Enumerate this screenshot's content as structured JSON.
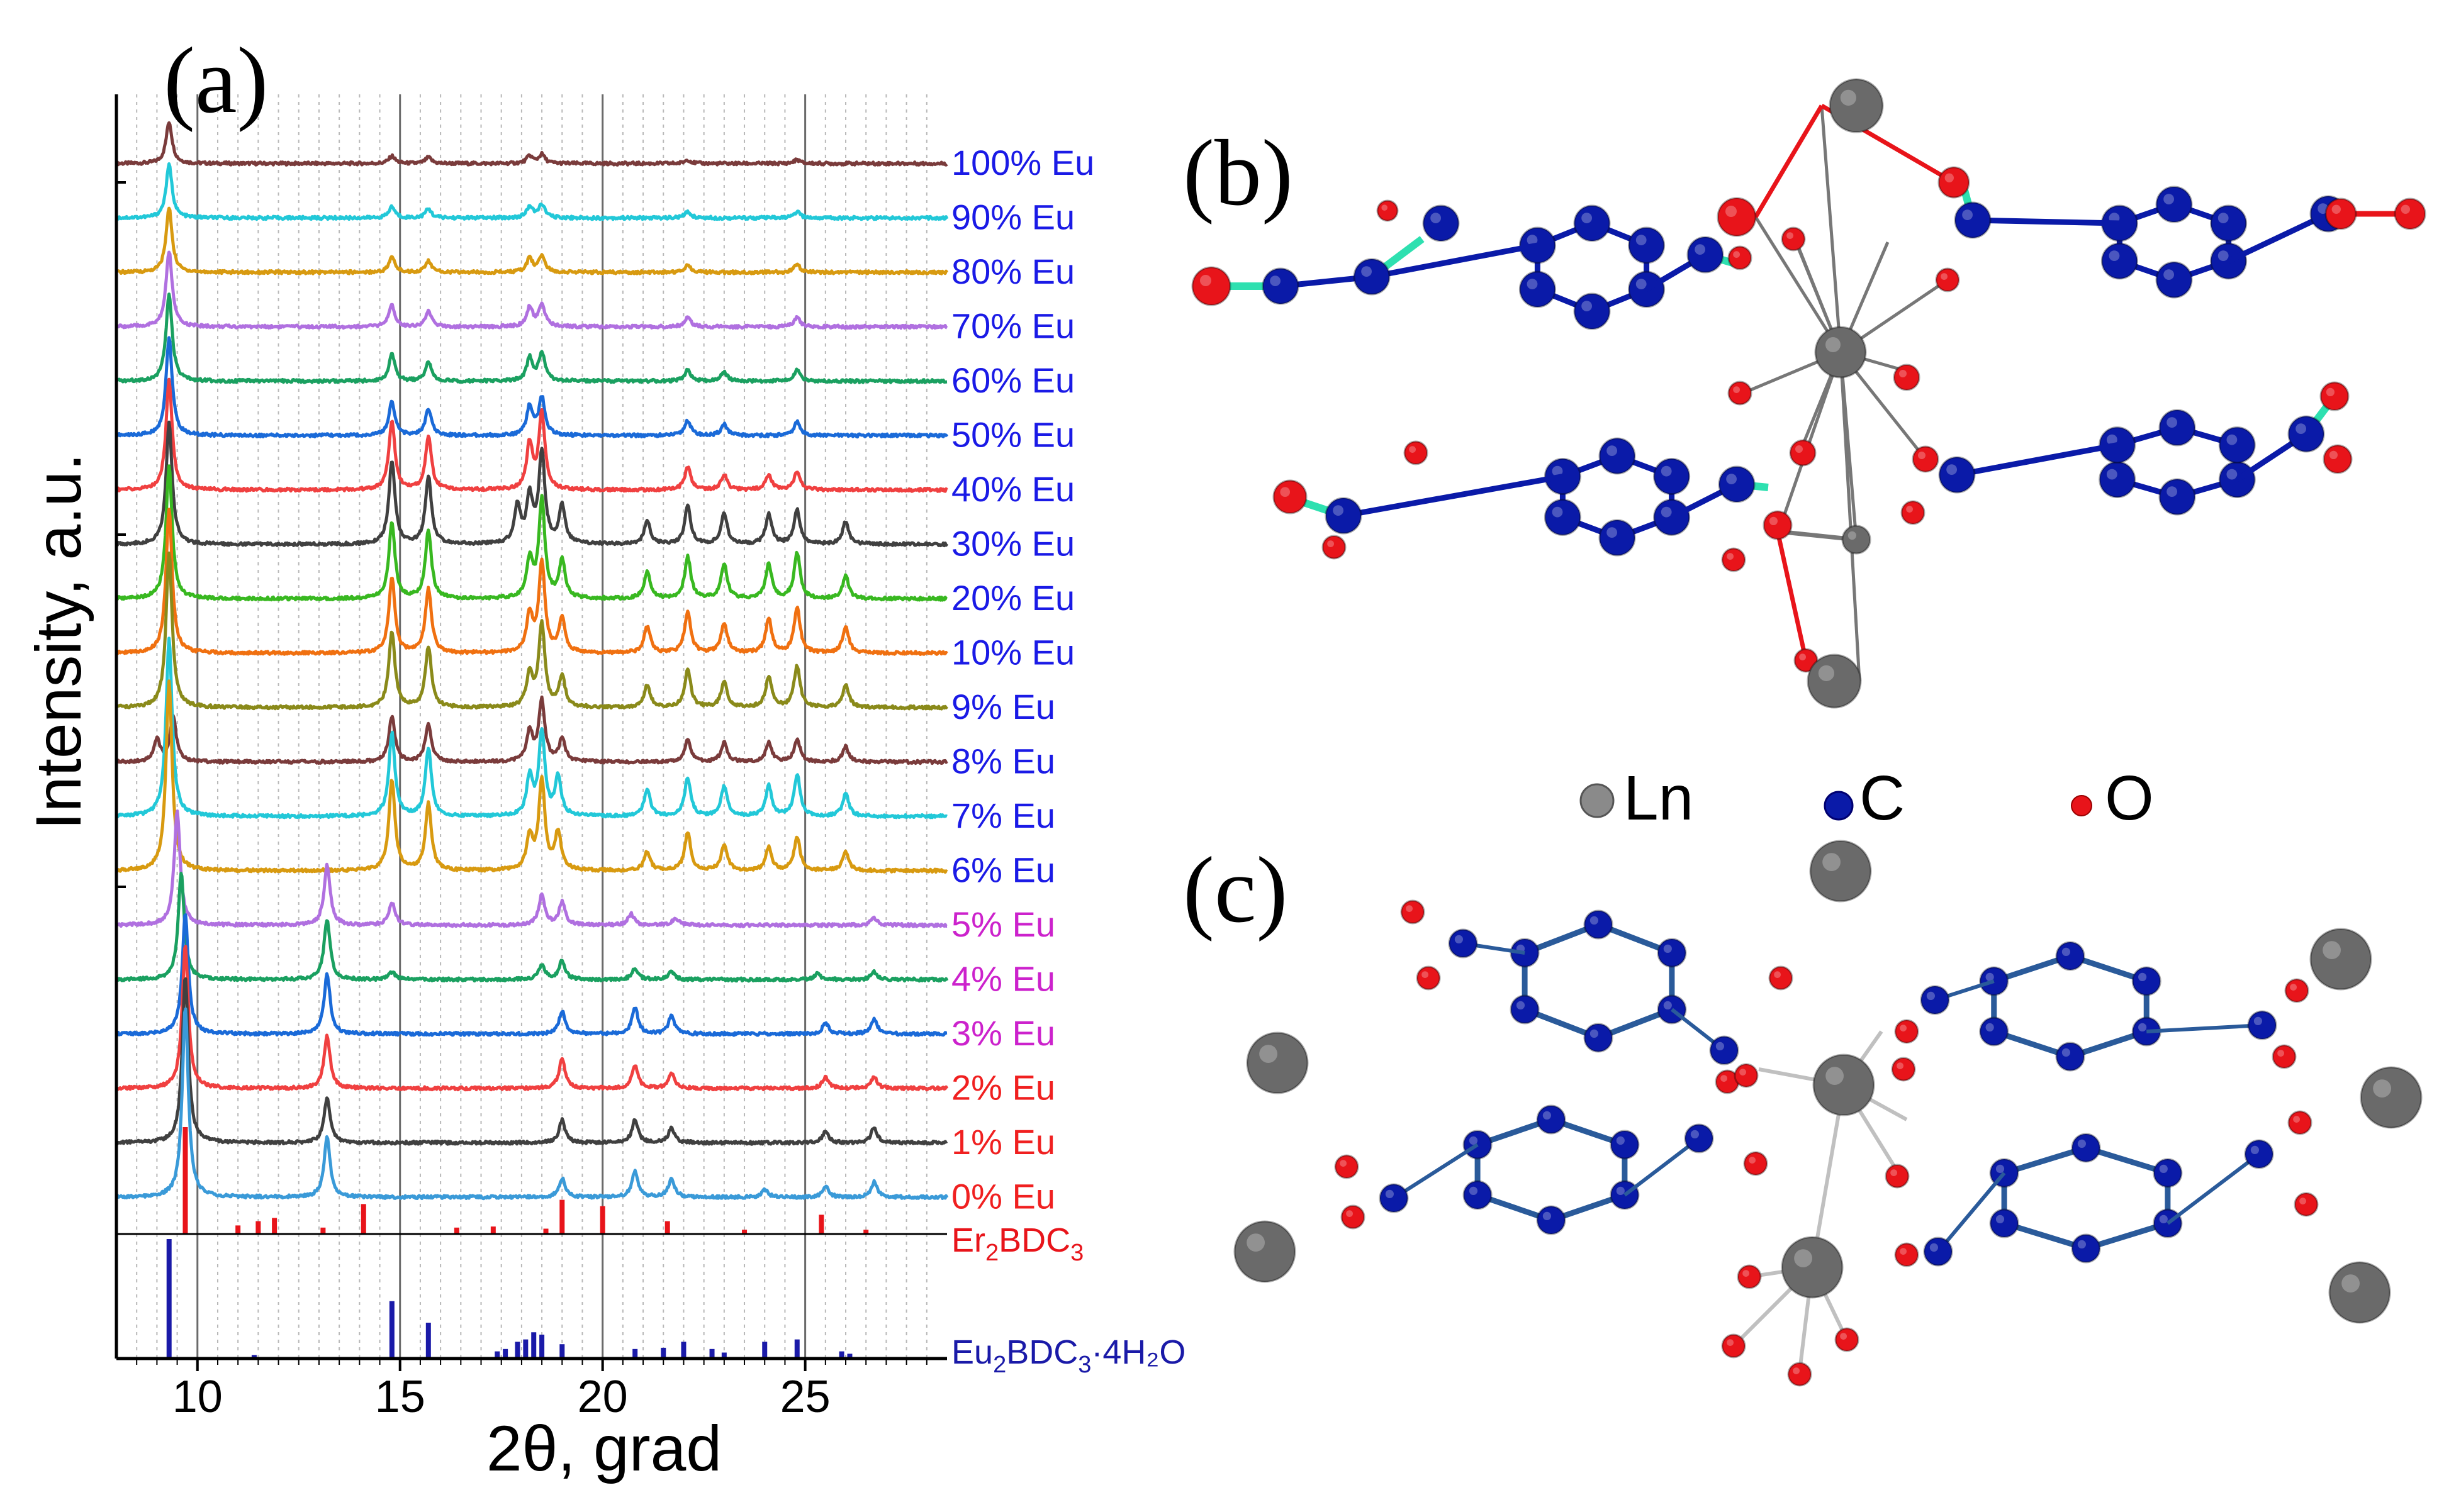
{
  "figure": {
    "panel_labels": {
      "a": "(a)",
      "b": "(b)",
      "c": "(c)"
    },
    "legend": [
      {
        "label": "Ln",
        "color": "#808080"
      },
      {
        "label": "C",
        "color": "#0a1aa8"
      },
      {
        "label": "O",
        "color": "#e8141a"
      }
    ]
  },
  "chart_data": {
    "type": "line",
    "xlabel": "2θ, grad",
    "ylabel": "Intensity, a.u.",
    "xlim": [
      8,
      28.5
    ],
    "xticks": [
      10,
      15,
      20,
      25
    ],
    "grid": true,
    "layout_note": "vertically stacked (offset) powder XRD patterns; ordered top to bottom; peak heights are relative intensities",
    "series": [
      {
        "name": "100% Eu",
        "color": "#7a3b3b",
        "label_color": "#1a1ae6",
        "peaks": [
          [
            9.3,
            0.55
          ],
          [
            14.8,
            0.1
          ],
          [
            15.7,
            0.08
          ],
          [
            18.2,
            0.1
          ],
          [
            18.5,
            0.12
          ],
          [
            22.1,
            0.05
          ],
          [
            24.8,
            0.05
          ]
        ]
      },
      {
        "name": "90% Eu",
        "color": "#22c8d8",
        "label_color": "#1a1ae6",
        "peaks": [
          [
            9.3,
            0.7
          ],
          [
            14.8,
            0.15
          ],
          [
            15.7,
            0.12
          ],
          [
            18.2,
            0.15
          ],
          [
            18.5,
            0.18
          ],
          [
            22.1,
            0.08
          ],
          [
            24.8,
            0.08
          ]
        ]
      },
      {
        "name": "80% Eu",
        "color": "#d89a10",
        "label_color": "#1a1ae6",
        "peaks": [
          [
            9.3,
            0.85
          ],
          [
            14.8,
            0.2
          ],
          [
            15.7,
            0.15
          ],
          [
            18.2,
            0.18
          ],
          [
            18.5,
            0.22
          ],
          [
            22.1,
            0.1
          ],
          [
            24.8,
            0.1
          ]
        ]
      },
      {
        "name": "70% Eu",
        "color": "#b070e0",
        "label_color": "#1a1ae6",
        "peaks": [
          [
            9.3,
            1.0
          ],
          [
            14.8,
            0.28
          ],
          [
            15.7,
            0.2
          ],
          [
            18.2,
            0.25
          ],
          [
            18.5,
            0.3
          ],
          [
            22.1,
            0.12
          ],
          [
            24.8,
            0.12
          ]
        ]
      },
      {
        "name": "60% Eu",
        "color": "#1aa060",
        "label_color": "#1a1ae6",
        "peaks": [
          [
            9.3,
            1.15
          ],
          [
            14.8,
            0.35
          ],
          [
            15.7,
            0.25
          ],
          [
            18.2,
            0.3
          ],
          [
            18.5,
            0.38
          ],
          [
            22.1,
            0.15
          ],
          [
            23.0,
            0.12
          ],
          [
            24.8,
            0.15
          ]
        ]
      },
      {
        "name": "50% Eu",
        "color": "#1a6ad8",
        "label_color": "#1a1ae6",
        "peaks": [
          [
            9.3,
            1.3
          ],
          [
            14.8,
            0.45
          ],
          [
            15.7,
            0.35
          ],
          [
            18.2,
            0.38
          ],
          [
            18.5,
            0.5
          ],
          [
            22.1,
            0.2
          ],
          [
            23.0,
            0.15
          ],
          [
            24.8,
            0.18
          ]
        ]
      },
      {
        "name": "40% Eu",
        "color": "#f04040",
        "label_color": "#1a1ae6",
        "peaks": [
          [
            9.3,
            1.45
          ],
          [
            14.8,
            0.9
          ],
          [
            15.7,
            0.7
          ],
          [
            18.2,
            0.6
          ],
          [
            18.5,
            1.0
          ],
          [
            22.1,
            0.3
          ],
          [
            23.0,
            0.2
          ],
          [
            24.1,
            0.2
          ],
          [
            24.8,
            0.25
          ]
        ]
      },
      {
        "name": "30% Eu",
        "color": "#404040",
        "label_color": "#1a1ae6",
        "peaks": [
          [
            9.3,
            1.6
          ],
          [
            14.8,
            1.1
          ],
          [
            15.7,
            0.9
          ],
          [
            17.9,
            0.5
          ],
          [
            18.2,
            0.6
          ],
          [
            18.5,
            1.2
          ],
          [
            19.0,
            0.5
          ],
          [
            21.1,
            0.3
          ],
          [
            22.1,
            0.5
          ],
          [
            23.0,
            0.4
          ],
          [
            24.1,
            0.4
          ],
          [
            24.8,
            0.45
          ],
          [
            26.0,
            0.3
          ]
        ]
      },
      {
        "name": "20% Eu",
        "color": "#38b820",
        "label_color": "#1a1ae6",
        "peaks": [
          [
            9.3,
            1.75
          ],
          [
            14.8,
            1.0
          ],
          [
            15.7,
            0.9
          ],
          [
            18.2,
            0.5
          ],
          [
            18.5,
            1.3
          ],
          [
            19.0,
            0.5
          ],
          [
            21.1,
            0.35
          ],
          [
            22.1,
            0.55
          ],
          [
            23.0,
            0.45
          ],
          [
            24.1,
            0.45
          ],
          [
            24.8,
            0.6
          ],
          [
            26.0,
            0.3
          ]
        ]
      },
      {
        "name": "10% Eu",
        "color": "#f07010",
        "label_color": "#1a1ae6",
        "peaks": [
          [
            9.3,
            1.9
          ],
          [
            14.8,
            1.0
          ],
          [
            15.7,
            0.85
          ],
          [
            18.2,
            0.5
          ],
          [
            18.5,
            1.2
          ],
          [
            19.0,
            0.45
          ],
          [
            21.1,
            0.35
          ],
          [
            22.1,
            0.55
          ],
          [
            23.0,
            0.4
          ],
          [
            24.1,
            0.45
          ],
          [
            24.8,
            0.6
          ],
          [
            26.0,
            0.35
          ]
        ]
      },
      {
        "name": "9% Eu",
        "color": "#8a8a1a",
        "label_color": "#1a1ae6",
        "peaks": [
          [
            9.3,
            2.05
          ],
          [
            14.8,
            1.0
          ],
          [
            15.7,
            0.8
          ],
          [
            18.2,
            0.45
          ],
          [
            18.5,
            1.1
          ],
          [
            19.0,
            0.4
          ],
          [
            21.1,
            0.3
          ],
          [
            22.1,
            0.5
          ],
          [
            23.0,
            0.35
          ],
          [
            24.1,
            0.4
          ],
          [
            24.8,
            0.55
          ],
          [
            26.0,
            0.3
          ]
        ]
      },
      {
        "name": "8% Eu",
        "color": "#7a3b3b",
        "label_color": "#1a1ae6",
        "peaks": [
          [
            9.0,
            0.3
          ],
          [
            9.4,
            0.6
          ],
          [
            14.8,
            0.6
          ],
          [
            15.7,
            0.5
          ],
          [
            18.2,
            0.4
          ],
          [
            18.5,
            0.8
          ],
          [
            19.0,
            0.3
          ],
          [
            22.1,
            0.3
          ],
          [
            23.0,
            0.25
          ],
          [
            24.1,
            0.25
          ],
          [
            24.8,
            0.3
          ],
          [
            26.0,
            0.2
          ]
        ]
      },
      {
        "name": "7% Eu",
        "color": "#22c8d8",
        "label_color": "#1a1ae6",
        "peaks": [
          [
            9.3,
            2.35
          ],
          [
            14.8,
            1.1
          ],
          [
            15.7,
            0.9
          ],
          [
            18.2,
            0.5
          ],
          [
            18.5,
            1.1
          ],
          [
            18.9,
            0.5
          ],
          [
            21.1,
            0.35
          ],
          [
            22.1,
            0.5
          ],
          [
            23.0,
            0.4
          ],
          [
            24.1,
            0.4
          ],
          [
            24.8,
            0.55
          ],
          [
            26.0,
            0.3
          ]
        ]
      },
      {
        "name": "6% Eu",
        "color": "#d89a10",
        "label_color": "#1a1ae6",
        "peaks": [
          [
            9.3,
            2.5
          ],
          [
            14.8,
            1.2
          ],
          [
            15.7,
            0.9
          ],
          [
            18.2,
            0.45
          ],
          [
            18.5,
            1.2
          ],
          [
            18.9,
            0.5
          ],
          [
            21.1,
            0.25
          ],
          [
            22.1,
            0.5
          ],
          [
            23.0,
            0.35
          ],
          [
            24.1,
            0.3
          ],
          [
            24.8,
            0.45
          ],
          [
            26.0,
            0.25
          ]
        ]
      },
      {
        "name": "5% Eu",
        "color": "#b070e0",
        "label_color": "#cc22cc",
        "peaks": [
          [
            9.5,
            1.5
          ],
          [
            13.2,
            0.8
          ],
          [
            14.8,
            0.3
          ],
          [
            18.5,
            0.4
          ],
          [
            19.0,
            0.3
          ],
          [
            20.7,
            0.15
          ],
          [
            21.8,
            0.1
          ],
          [
            26.7,
            0.1
          ]
        ]
      },
      {
        "name": "4% Eu",
        "color": "#1aa060",
        "label_color": "#cc22cc",
        "peaks": [
          [
            9.6,
            1.4
          ],
          [
            13.2,
            0.8
          ],
          [
            14.8,
            0.1
          ],
          [
            18.5,
            0.2
          ],
          [
            19.0,
            0.25
          ],
          [
            20.8,
            0.15
          ],
          [
            21.7,
            0.1
          ],
          [
            25.3,
            0.08
          ],
          [
            26.7,
            0.1
          ]
        ]
      },
      {
        "name": "3% Eu",
        "color": "#1a6ad8",
        "label_color": "#cc22cc",
        "peaks": [
          [
            9.7,
            1.6
          ],
          [
            13.2,
            0.8
          ],
          [
            19.0,
            0.3
          ],
          [
            20.8,
            0.35
          ],
          [
            21.7,
            0.25
          ],
          [
            25.5,
            0.15
          ],
          [
            26.7,
            0.2
          ]
        ]
      },
      {
        "name": "2% Eu",
        "color": "#f04040",
        "label_color": "#f02020",
        "peaks": [
          [
            9.7,
            1.9
          ],
          [
            13.2,
            0.7
          ],
          [
            19.0,
            0.4
          ],
          [
            20.8,
            0.3
          ],
          [
            21.7,
            0.2
          ],
          [
            25.5,
            0.15
          ],
          [
            26.7,
            0.15
          ]
        ]
      },
      {
        "name": "1% Eu",
        "color": "#404040",
        "label_color": "#f02020",
        "peaks": [
          [
            9.7,
            2.2
          ],
          [
            13.2,
            0.6
          ],
          [
            19.0,
            0.3
          ],
          [
            20.8,
            0.3
          ],
          [
            21.7,
            0.2
          ],
          [
            25.5,
            0.15
          ],
          [
            26.7,
            0.2
          ]
        ]
      },
      {
        "name": "0% Eu",
        "color": "#3a9ad8",
        "label_color": "#f02020",
        "peaks": [
          [
            9.7,
            2.5
          ],
          [
            13.2,
            0.8
          ],
          [
            19.0,
            0.25
          ],
          [
            20.8,
            0.35
          ],
          [
            21.7,
            0.25
          ],
          [
            24.0,
            0.1
          ],
          [
            25.5,
            0.15
          ],
          [
            26.7,
            0.2
          ]
        ]
      }
    ],
    "references": [
      {
        "name": "Er₂BDC₃",
        "name_base": "Er",
        "name_sub": "2",
        "name_mid": "BDC",
        "name_sub2": "3",
        "name_tail": "",
        "color": "#e8141a",
        "sticks": [
          [
            9.7,
            1.0
          ],
          [
            11.0,
            0.08
          ],
          [
            11.5,
            0.12
          ],
          [
            11.9,
            0.15
          ],
          [
            13.1,
            0.06
          ],
          [
            14.1,
            0.28
          ],
          [
            16.4,
            0.06
          ],
          [
            17.3,
            0.07
          ],
          [
            18.6,
            0.05
          ],
          [
            19.0,
            0.32
          ],
          [
            20.0,
            0.26
          ],
          [
            21.6,
            0.12
          ],
          [
            23.5,
            0.04
          ],
          [
            25.4,
            0.18
          ],
          [
            26.5,
            0.04
          ]
        ]
      },
      {
        "name": "Eu₂BDC₃·4H₂O",
        "name_base": "Eu",
        "name_sub": "2",
        "name_mid": "BDC",
        "name_sub2": "3",
        "name_tail": "·4H₂O",
        "color": "#1a1aa8",
        "sticks": [
          [
            9.3,
            1.0
          ],
          [
            11.4,
            0.03
          ],
          [
            14.8,
            0.48
          ],
          [
            15.7,
            0.3
          ],
          [
            17.4,
            0.06
          ],
          [
            17.6,
            0.08
          ],
          [
            17.9,
            0.14
          ],
          [
            18.1,
            0.16
          ],
          [
            18.3,
            0.22
          ],
          [
            18.5,
            0.2
          ],
          [
            19.0,
            0.12
          ],
          [
            20.8,
            0.08
          ],
          [
            21.5,
            0.09
          ],
          [
            22.0,
            0.14
          ],
          [
            22.7,
            0.08
          ],
          [
            23.0,
            0.05
          ],
          [
            24.0,
            0.14
          ],
          [
            24.8,
            0.16
          ],
          [
            25.9,
            0.06
          ],
          [
            26.1,
            0.04
          ]
        ]
      }
    ]
  }
}
